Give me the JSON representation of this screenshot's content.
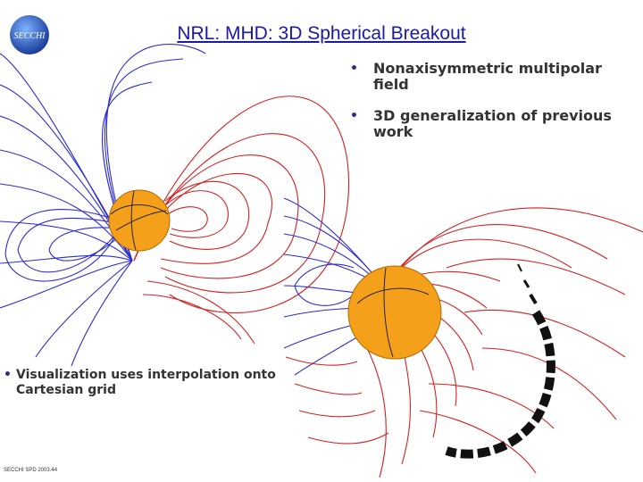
{
  "slide": {
    "title": "NRL: MHD: 3D Spherical Breakout",
    "logo_text": "SECCHI",
    "bullets_top": [
      "Nonaxisymmetric multipolar field",
      "3D generalization of previous work"
    ],
    "bullet_bottom": "Visualization uses interpolation onto Cartesian grid",
    "footer": "SECCHI SPD 2003.44"
  },
  "colors": {
    "title": "#1a1aa8",
    "field_blue": "#2b2bd0",
    "field_red": "#d42020",
    "sun_orange": "#f5a01a"
  },
  "icons": [
    "logo-icon"
  ]
}
